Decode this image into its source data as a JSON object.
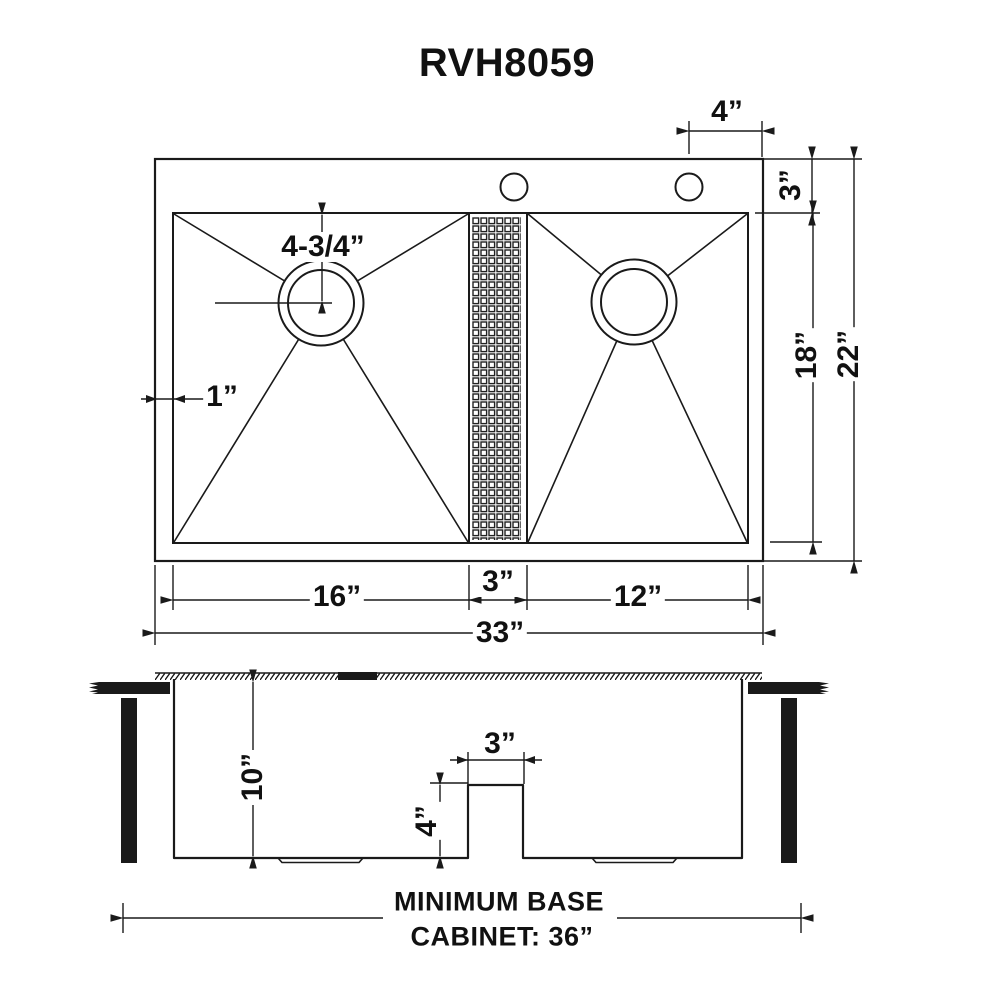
{
  "title": "RVH8059",
  "top_view": {
    "faucet_hole_offset": "4”",
    "deck_depth": "3”",
    "bowl_front_to_back": "18”",
    "overall_front_to_back": "22”",
    "drain_center_offset": "4-3/4”",
    "rim_width": "1”",
    "left_bowl_width": "16”",
    "divider_width": "3”",
    "right_bowl_width": "12”",
    "overall_width": "33”"
  },
  "side_view": {
    "bowl_depth": "10”",
    "divider_top_width": "3”",
    "divider_height": "4”"
  },
  "note": {
    "line1": "MINIMUM BASE",
    "line2": "CABINET: 36”"
  },
  "colors": {
    "line": "#1a1a1a",
    "background": "#ffffff"
  }
}
